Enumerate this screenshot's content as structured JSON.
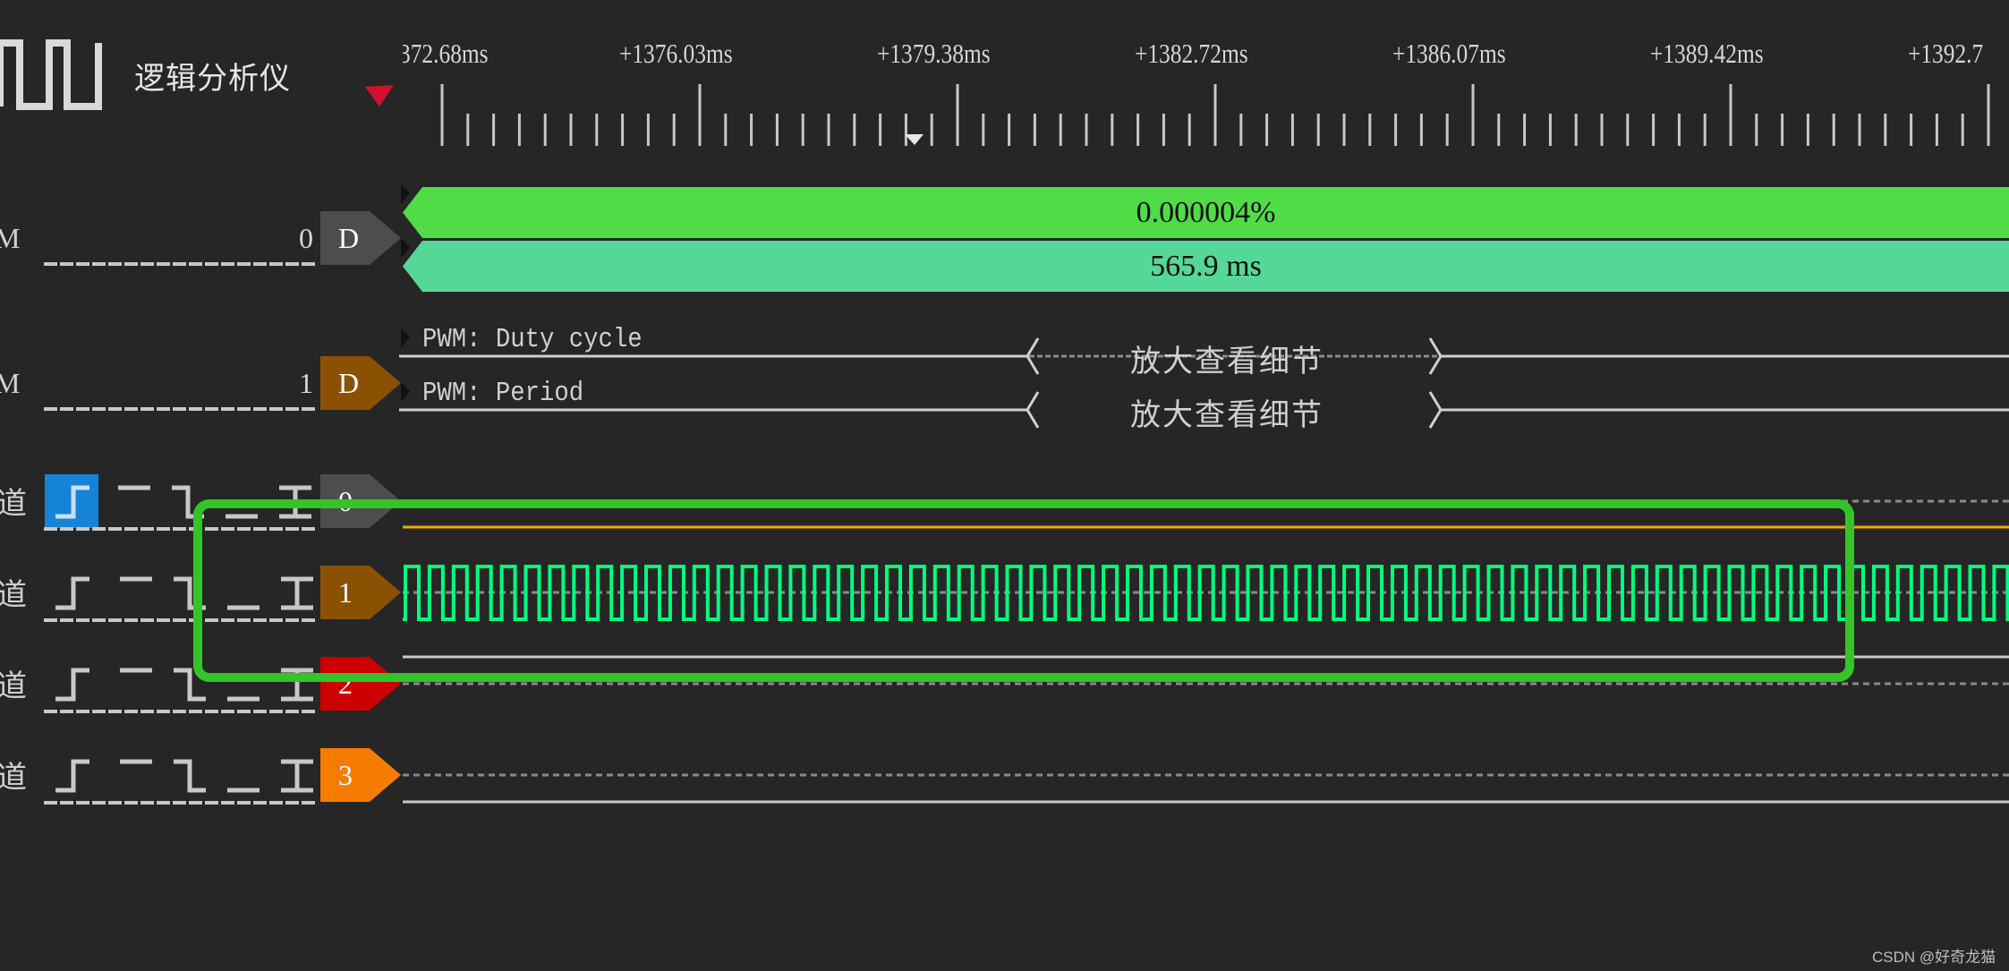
{
  "app": {
    "title": "逻辑分析仪",
    "logo_icon": "square-wave-icon",
    "trigger_marker_icon": "red-triangle-marker-icon"
  },
  "ruler": {
    "labels": [
      "372.68ms",
      "+1376.03ms",
      "+1379.38ms",
      "+1382.72ms",
      "+1386.07ms",
      "+1389.42ms",
      "+1392.7"
    ],
    "first_label_prefix_clipped": true,
    "cursor_icon": "time-cursor-marker-icon"
  },
  "decoders": [
    {
      "label_clipped": "M",
      "full_label": "PWM",
      "index": "0",
      "tag": "D",
      "tag_color": "#4d4d4d",
      "bars": [
        {
          "value": "0.000004%",
          "color": "#4fdc47"
        },
        {
          "value": "565.9 ms",
          "color": "#55d897"
        }
      ]
    },
    {
      "label_clipped": "M",
      "full_label": "PWM",
      "index": "1",
      "tag": "D",
      "tag_color": "#8b5103",
      "rows": [
        {
          "name": "PWM: Duty cycle",
          "hint": "放大查看细节"
        },
        {
          "name": "PWM: Period",
          "hint": "放大查看细节"
        }
      ]
    }
  ],
  "channels": [
    {
      "label_clipped": "道",
      "full_label": "通道",
      "index": "0",
      "tag_color": "#4d4d4d",
      "trace_color": "#ffa500",
      "active_trigger": "rising",
      "state": "low"
    },
    {
      "label_clipped": "道",
      "full_label": "通道",
      "index": "1",
      "tag_color": "#8b5103",
      "trace_color": "#00ff7f",
      "active_trigger": null,
      "state": "pwm"
    },
    {
      "label_clipped": "道",
      "full_label": "通道",
      "index": "2",
      "tag_color": "#cc0000",
      "trace_color": "#c8c8c8",
      "active_trigger": null,
      "state": "idle"
    },
    {
      "label_clipped": "道",
      "full_label": "通道",
      "index": "3",
      "tag_color": "#f57c00",
      "trace_color": "#c8c8c8",
      "active_trigger": null,
      "state": "idle"
    }
  ],
  "trigger_buttons": [
    {
      "name": "rising-edge",
      "icon": "rising-edge-icon"
    },
    {
      "name": "high-level",
      "icon": "high-level-icon"
    },
    {
      "name": "falling-edge",
      "icon": "falling-edge-icon"
    },
    {
      "name": "low-level",
      "icon": "low-level-icon"
    },
    {
      "name": "any-edge",
      "icon": "any-edge-icon"
    }
  ],
  "annotation": {
    "type": "highlight-box",
    "color": "#33c427"
  },
  "watermark": "CSDN @好奇龙猫"
}
